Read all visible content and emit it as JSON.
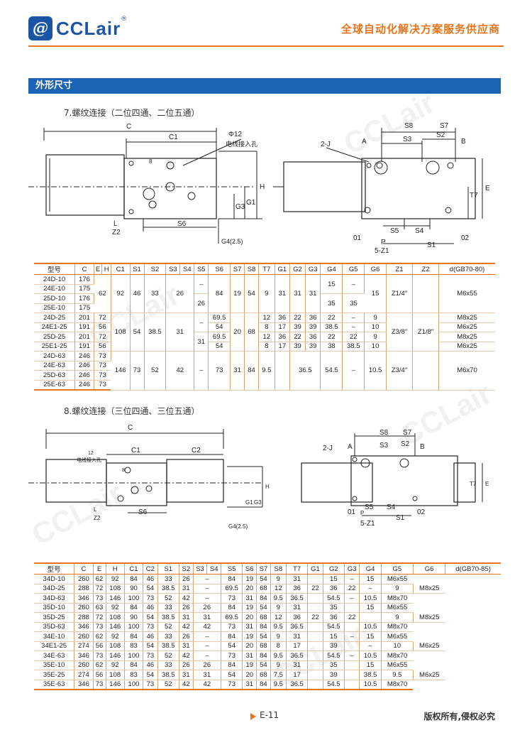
{
  "header": {
    "logo_mark": "@",
    "logo_text": "CCLair",
    "logo_reg": "®",
    "slogan": "全球自动化解决方案服务供应商"
  },
  "watermark": "CCLair",
  "section_title": "外形尺寸",
  "s7": {
    "title": "7.螺纹连接（二位四通、二位五通）",
    "drawing_labels": [
      "C",
      "C1",
      "Φ12",
      "电线接入孔",
      "8",
      "H",
      "G1",
      "G3",
      "S6",
      "L",
      "Z2",
      "G4(2.5)",
      "S8",
      "S7",
      "S3",
      "S2",
      "2-J",
      "A",
      "B",
      "E",
      "T7",
      "S5",
      "S4",
      "P",
      "5-Z1",
      "S1",
      "01",
      "02"
    ],
    "header": [
      "型号",
      "C",
      "E",
      "H",
      "C1",
      "S1",
      "S2",
      "S3",
      "S4",
      "S5",
      "S6",
      "S7",
      "S8",
      "T7",
      "G1",
      "G2",
      "G3",
      "G4",
      "G5",
      "G6",
      "Z1",
      "Z2",
      "d(GB70-80)"
    ],
    "groups": [
      {
        "models": [
          "24D-10",
          "24E-10",
          "25D-10",
          "25E-10"
        ],
        "C": [
          "176",
          "175",
          "176",
          "175"
        ],
        "EH": "62",
        "C1": "92",
        "S1": "46",
        "S2": "33",
        "S3S4": "26",
        "S5": [
          "–",
          "26"
        ],
        "S6": "84",
        "S7": "19",
        "S8": "54",
        "T7": "9",
        "G1": "31",
        "G2": "31",
        "G3": "31",
        "G4": [
          "15",
          "35"
        ],
        "G5": [
          "–",
          "35"
        ],
        "G6": "15",
        "Z1": "Z1/4″",
        "d": "M6x55"
      },
      {
        "models": [
          "24D-25",
          "24E1-25",
          "25D-25",
          "25E1-25"
        ],
        "C": [
          "201",
          "191",
          "201",
          "191"
        ],
        "E": [
          "72",
          "56",
          "72",
          "56"
        ],
        "C1": "108",
        "S1": "54",
        "S2": "38.5",
        "S3S4": "31",
        "S5": [
          "–",
          "31"
        ],
        "S6": [
          "69.5",
          "54",
          "69.5",
          "54"
        ],
        "S7": "20",
        "S8": "68",
        "T7": [
          "12",
          "8",
          "12",
          "8"
        ],
        "G1": [
          "36",
          "17",
          "36",
          "17"
        ],
        "G2": [
          "22",
          "39",
          "22",
          "39"
        ],
        "G3": [
          "36",
          "39",
          "36",
          "39"
        ],
        "G4": [
          "22",
          "38.5",
          "22",
          "38"
        ],
        "G5": [
          "–",
          "–",
          "22",
          "38.5"
        ],
        "G6": [
          "9",
          "10",
          "9",
          "10"
        ],
        "Z1": "Z3/8″",
        "Z2": "Z1/8″",
        "d": [
          "M8x25",
          "M6x25",
          "M8x25",
          "M6x25"
        ]
      },
      {
        "models": [
          "24D-63",
          "24E-63",
          "25D-63",
          "25E-63"
        ],
        "C": [
          "246",
          "246",
          "246",
          "246"
        ],
        "E": [
          "73",
          "73",
          "73",
          "73"
        ],
        "C1": "146",
        "S1": "73",
        "S2": "52",
        "S3S4": "42",
        "S5": "–",
        "S6": "73",
        "S7": "31",
        "S8": "84",
        "T7": "9.5",
        "G2": "36.5",
        "G4": "54.5",
        "G5": "–",
        "G6": "10.5",
        "Z1": "Z3/4″",
        "d": "M6x70"
      }
    ]
  },
  "s8": {
    "title": "8.螺纹连接（三位四通、三位五通）",
    "drawing_labels": [
      "C",
      "C1",
      "C2",
      "12",
      "电线接入孔",
      "8",
      "H",
      "G1",
      "G3",
      "S6",
      "L",
      "Z2",
      "G4(2.5)",
      "S8",
      "S7",
      "S3",
      "S2",
      "2-J",
      "A",
      "B",
      "E",
      "T7",
      "S5",
      "S4",
      "P",
      "5-Z1",
      "S1",
      "01",
      "02"
    ],
    "header": [
      "型号",
      "C",
      "E",
      "H",
      "C1",
      "C2",
      "S1",
      "S2",
      "S3",
      "S4",
      "S5",
      "S6",
      "S7",
      "S8",
      "T7",
      "G1",
      "G2",
      "G3",
      "G4",
      "G5",
      "G6",
      "d(GB70-85)"
    ],
    "rows": [
      [
        "34D-10",
        "260",
        "62",
        "92",
        "84",
        "46",
        "33",
        "26",
        "–",
        "84",
        "19",
        "54",
        "9",
        "31",
        "",
        "15",
        "–",
        "15",
        "M6x55"
      ],
      [
        "34D-25",
        "288",
        "72",
        "108",
        "90",
        "54",
        "38.5",
        "31",
        "–",
        "69.5",
        "20",
        "68",
        "12",
        "36",
        "22",
        "36",
        "22",
        "–",
        "9",
        "M8x25"
      ],
      [
        "34D-63",
        "346",
        "73",
        "146",
        "100",
        "73",
        "52",
        "42",
        "–",
        "73",
        "31",
        "84",
        "9.5",
        "36.5",
        "",
        "54.5",
        "–",
        "10.5",
        "M8x70"
      ],
      [
        "35D-10",
        "260",
        "63",
        "92",
        "84",
        "46",
        "33",
        "26",
        "26",
        "84",
        "19",
        "54",
        "9",
        "31",
        "",
        "35",
        "",
        "15",
        "M6x55"
      ],
      [
        "35D-25",
        "288",
        "72",
        "108",
        "90",
        "54",
        "38.5",
        "31",
        "31",
        "69.5",
        "20",
        "68",
        "12",
        "36",
        "22",
        "36",
        "22",
        "",
        "9",
        "M8x25"
      ],
      [
        "35D-63",
        "346",
        "73",
        "146",
        "100",
        "73",
        "52",
        "42",
        "42",
        "73",
        "31",
        "84",
        "9.5",
        "36.5",
        "",
        "54.5",
        "",
        "10.5",
        "M8x70"
      ],
      [
        "34E-10",
        "260",
        "62",
        "92",
        "84",
        "46",
        "33",
        "26",
        "–",
        "84",
        "19",
        "54",
        "9",
        "31",
        "",
        "15",
        "–",
        "15",
        "M6x55"
      ],
      [
        "34E1-25",
        "274",
        "56",
        "108",
        "83",
        "54",
        "38.5",
        "31",
        "–",
        "54",
        "20",
        "68",
        "8",
        "17",
        "",
        "39",
        "",
        "–",
        "10",
        "M6x25"
      ],
      [
        "34E-63",
        "346",
        "73",
        "146",
        "100",
        "73",
        "52",
        "42",
        "–",
        "73",
        "31",
        "84",
        "9.5",
        "36.5",
        "",
        "54.5",
        "–",
        "10.5",
        "M8x70"
      ],
      [
        "35E-10",
        "260",
        "62",
        "92",
        "84",
        "46",
        "33",
        "26",
        "26",
        "84",
        "19",
        "54",
        "9",
        "31",
        "",
        "35",
        "",
        "15",
        "M6x55"
      ],
      [
        "35E-25",
        "274",
        "56",
        "108",
        "83",
        "54",
        "38.5",
        "31",
        "31",
        "54",
        "20",
        "68",
        "7.5",
        "17",
        "",
        "39",
        "",
        "38.5",
        "9.5",
        "M6x25"
      ],
      [
        "35E-63",
        "346",
        "73",
        "146",
        "100",
        "73",
        "52",
        "42",
        "42",
        "73",
        "31",
        "84",
        "9.5",
        "36.5",
        "",
        "54.5",
        "",
        "10.5",
        "M8x70"
      ]
    ]
  },
  "footer": {
    "page": "E-11",
    "rights": "版权所有,侵权必究"
  }
}
